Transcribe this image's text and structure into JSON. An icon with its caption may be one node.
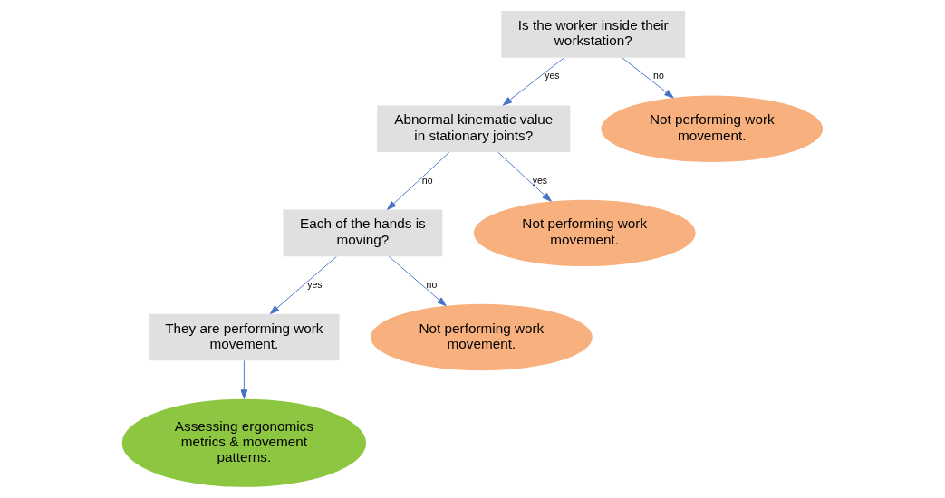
{
  "diagram": {
    "nodes": [
      {
        "text": [
          "Is the worker inside their workstation?"
        ]
      },
      {
        "text": [
          "Abnormal kinematic value in stationary joints?"
        ]
      },
      {
        "text": [
          "Not performing work movement."
        ]
      },
      {
        "text": [
          "Each of the hands is moving?"
        ]
      },
      {
        "text": [
          "Not performing work movement."
        ]
      },
      {
        "text": [
          "They are performing work movement."
        ]
      },
      {
        "text": [
          "Not performing work movement."
        ]
      },
      {
        "text": [
          "Assessing ergonomics metrics & movement patterns."
        ]
      }
    ],
    "edges": [
      {
        "from": 0,
        "to": 1,
        "arrow": "to",
        "label": "yes"
      },
      {
        "from": 0,
        "to": 2,
        "arrow": "to",
        "label": "no"
      },
      {
        "from": 1,
        "to": 3,
        "arrow": "to",
        "label": "no"
      },
      {
        "from": 1,
        "to": 4,
        "arrow": "to",
        "label": "yes"
      },
      {
        "from": 3,
        "to": 5,
        "arrow": "to",
        "label": "yes"
      },
      {
        "from": 3,
        "to": 6,
        "arrow": "to",
        "label": "no"
      },
      {
        "from": 5,
        "to": 7,
        "arrow": "to"
      }
    ]
  }
}
